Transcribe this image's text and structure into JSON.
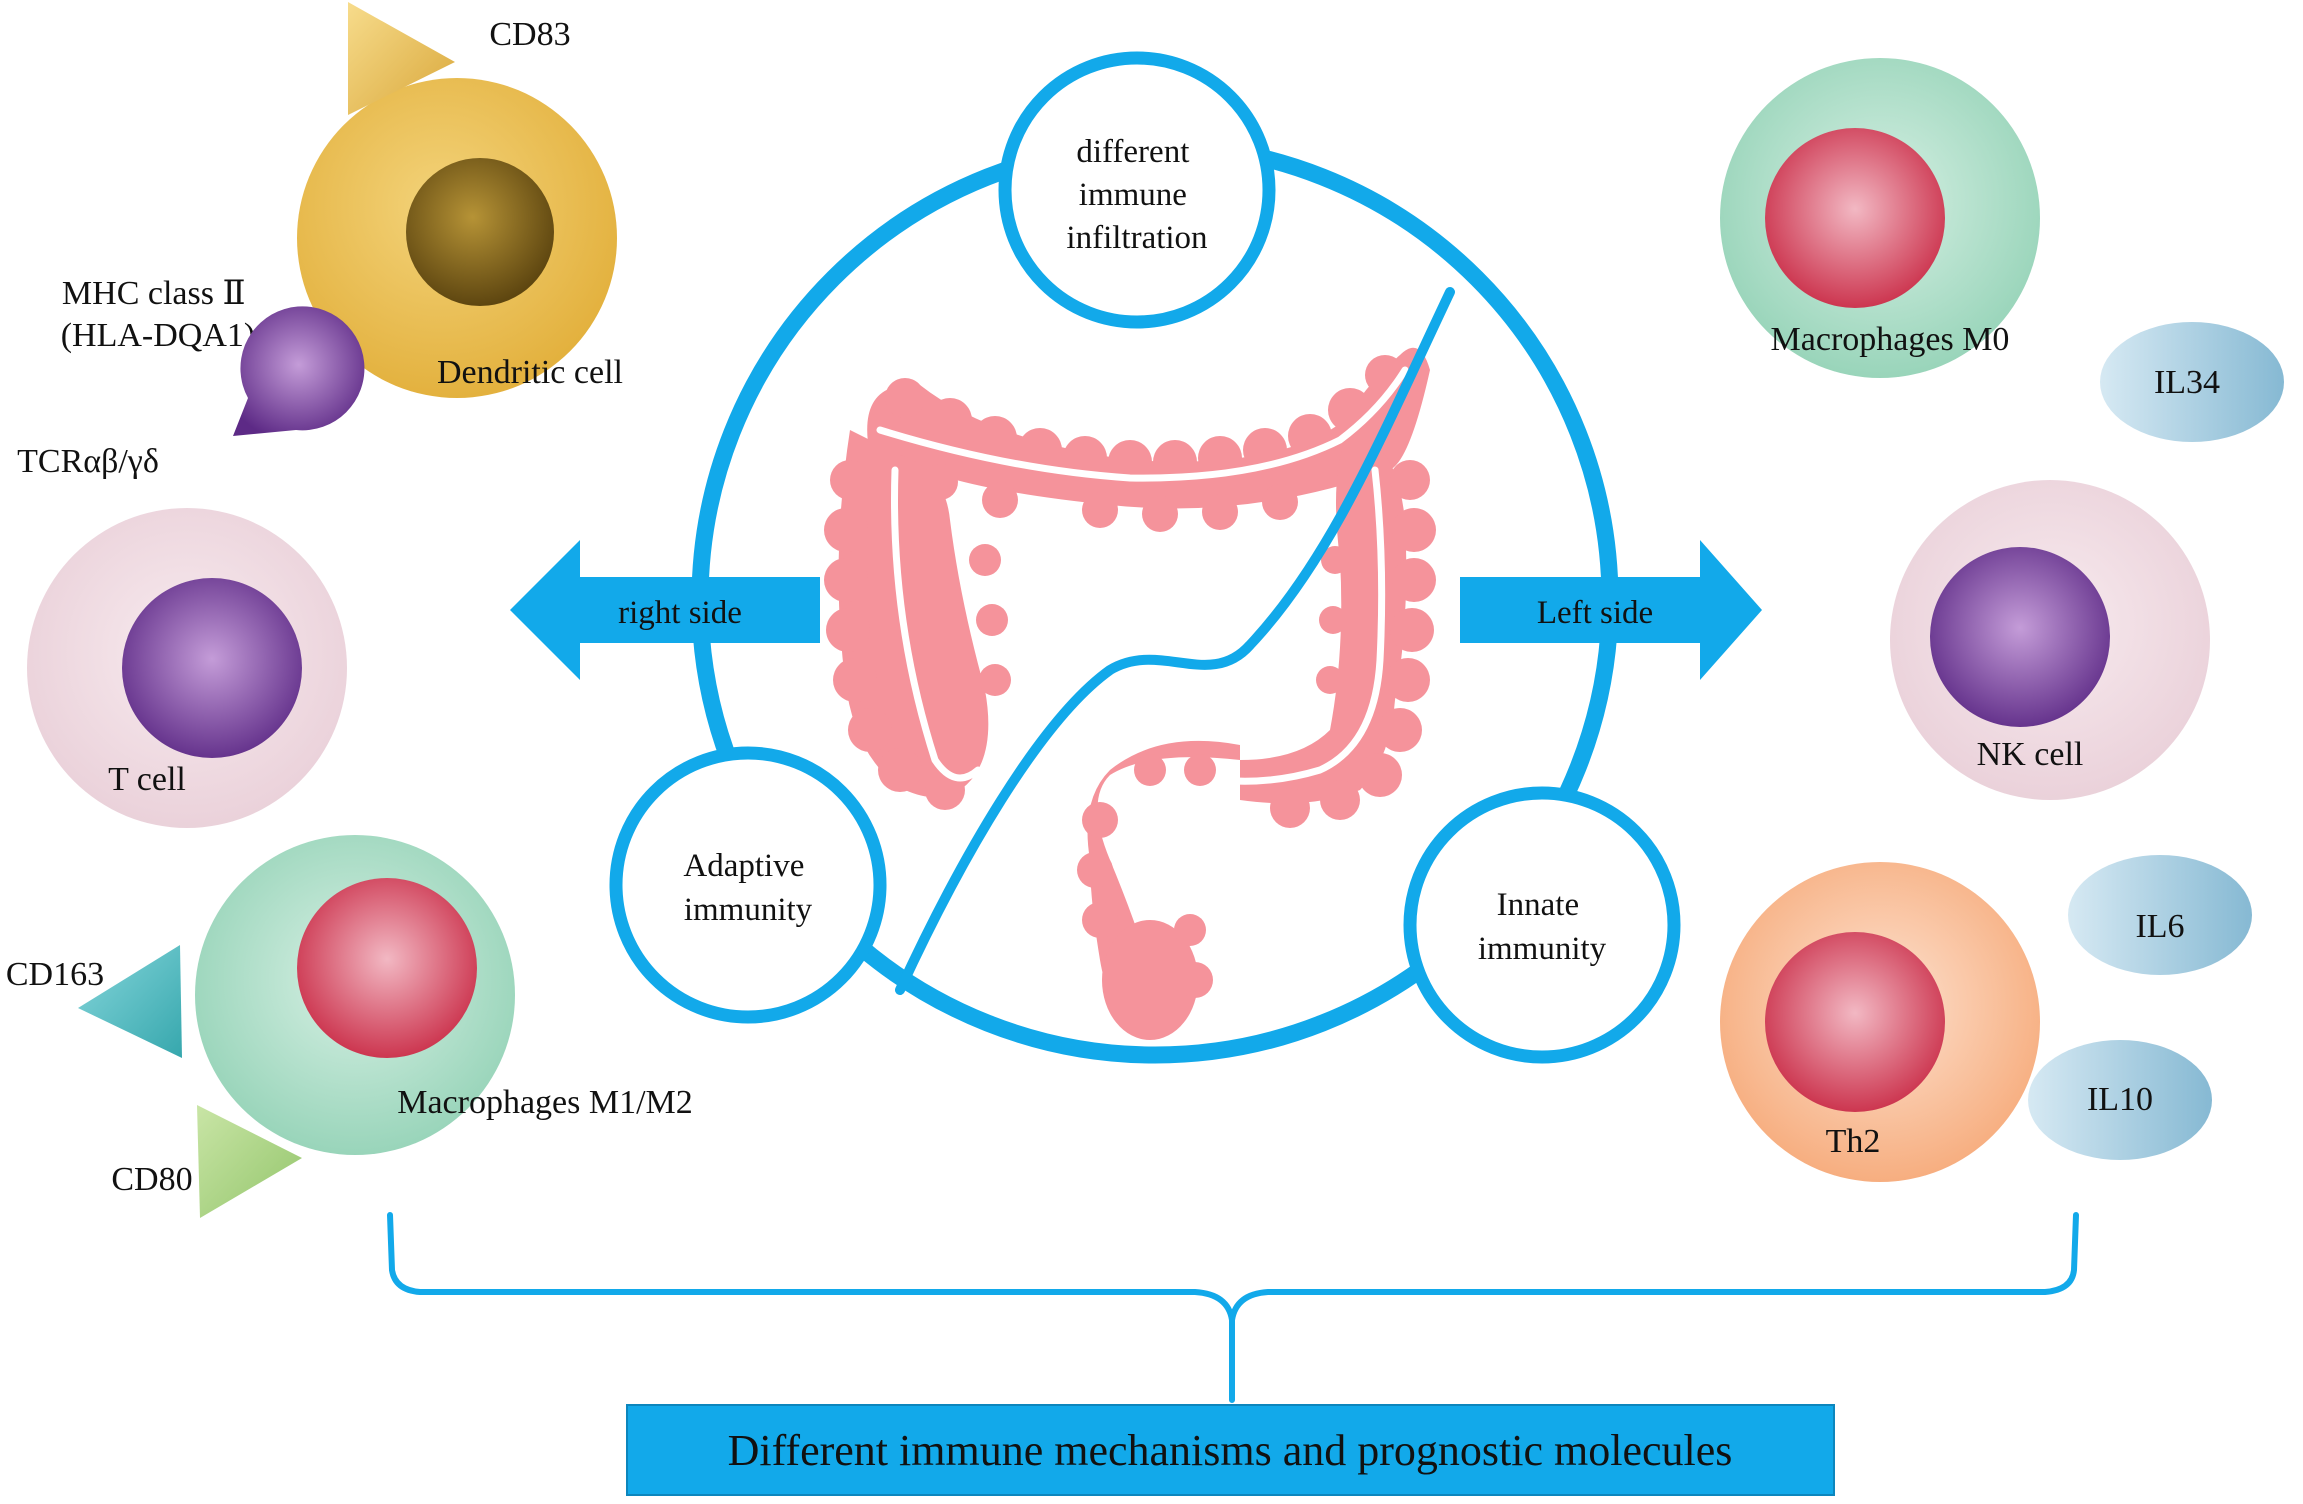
{
  "center": {
    "top_node": [
      "different",
      "immune",
      "infiltration"
    ],
    "left_node": [
      "Adaptive",
      "immunity"
    ],
    "right_node": [
      "Innate",
      "immunity"
    ],
    "arrow_left": "right side",
    "arrow_right": "Left side"
  },
  "left_cells": {
    "dendritic": {
      "label": "Dendritic cell",
      "marker_top": "CD83",
      "marker_mhc": [
        "MHC class Ⅱ",
        "(HLA-DQA1)"
      ]
    },
    "tcr": {
      "label": "TCRαβ/γδ"
    },
    "t_cell": {
      "label": "T cell"
    },
    "macrophage": {
      "label": "Macrophages M1/M2",
      "marker_1": "CD163",
      "marker_2": "CD80"
    }
  },
  "right_cells": {
    "macrophage_m0": {
      "label": "Macrophages M0"
    },
    "il34": "IL34",
    "nk": {
      "label": "NK cell"
    },
    "th2": {
      "label": "Th2"
    },
    "il6": "IL6",
    "il10": "IL10"
  },
  "bottom_title": "Different immune mechanisms and prognostic molecules",
  "colors": {
    "accent_blue": "#12a9ea",
    "colon_pink": "#f5939b",
    "dendritic_gold": "#e8b948",
    "t_cell_pink": "#efd6df",
    "nucleus_purple": "#7d45a0",
    "macrophage_green": "#a2d9c2",
    "nucleus_red": "#d8445d",
    "th2_orange": "#f8b48c",
    "cytokine_blue": "#a8cfe2"
  }
}
